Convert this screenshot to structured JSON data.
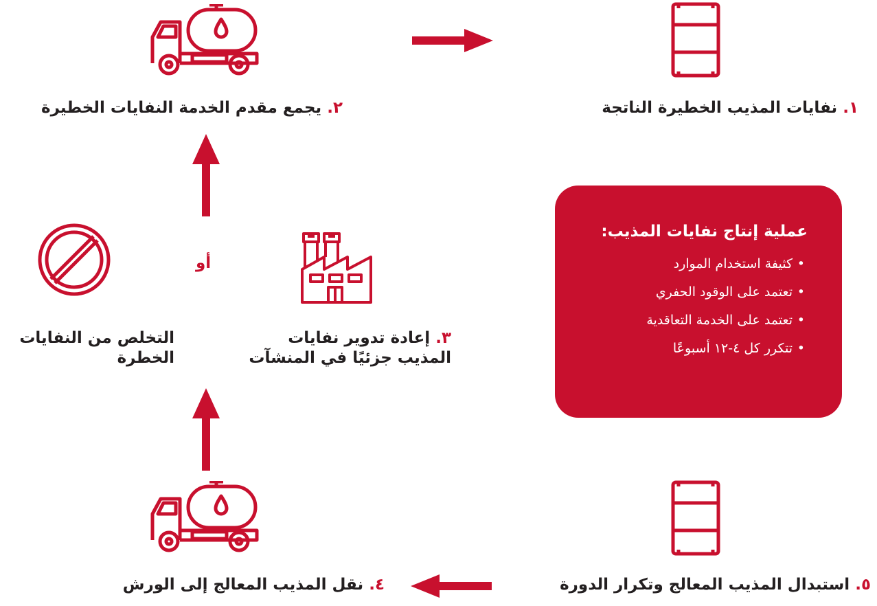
{
  "colors": {
    "accent": "#c8102e",
    "text": "#231f20",
    "background": "#ffffff"
  },
  "steps": [
    {
      "num": "١.",
      "label": "نفايات المذيب الخطيرة الناتجة",
      "icon": "barrel-icon"
    },
    {
      "num": "٢.",
      "label": "يجمع مقدم الخدمة النفايات الخطيرة",
      "icon": "tanker-truck-icon"
    },
    {
      "num": "٣.",
      "label_line1": "إعادة تدوير نفايات",
      "label_line2": "المذيب جزئيًا في المنشآت",
      "icon": "factory-icon"
    },
    {
      "num": "٤.",
      "label": "نقل المذيب المعالج إلى الورش",
      "icon": "tanker-truck-icon"
    },
    {
      "num": "٥.",
      "label": "استبدال المذيب المعالج وتكرار الدورة",
      "icon": "barrel-icon"
    }
  ],
  "disposal": {
    "label_line1": "التخلص من النفايات",
    "label_line2": "الخطرة",
    "icon": "prohibited-icon"
  },
  "or_label": "أو",
  "info_box": {
    "title": "عملية إنتاج نفايات المذيب:",
    "bullet": "•",
    "items": [
      "كثيفة استخدام الموارد",
      "تعتمد على الوقود الحفري",
      "تعتمد على الخدمة التعاقدية",
      "تتكرر كل ٤-١٢ أسبوعًا"
    ]
  }
}
